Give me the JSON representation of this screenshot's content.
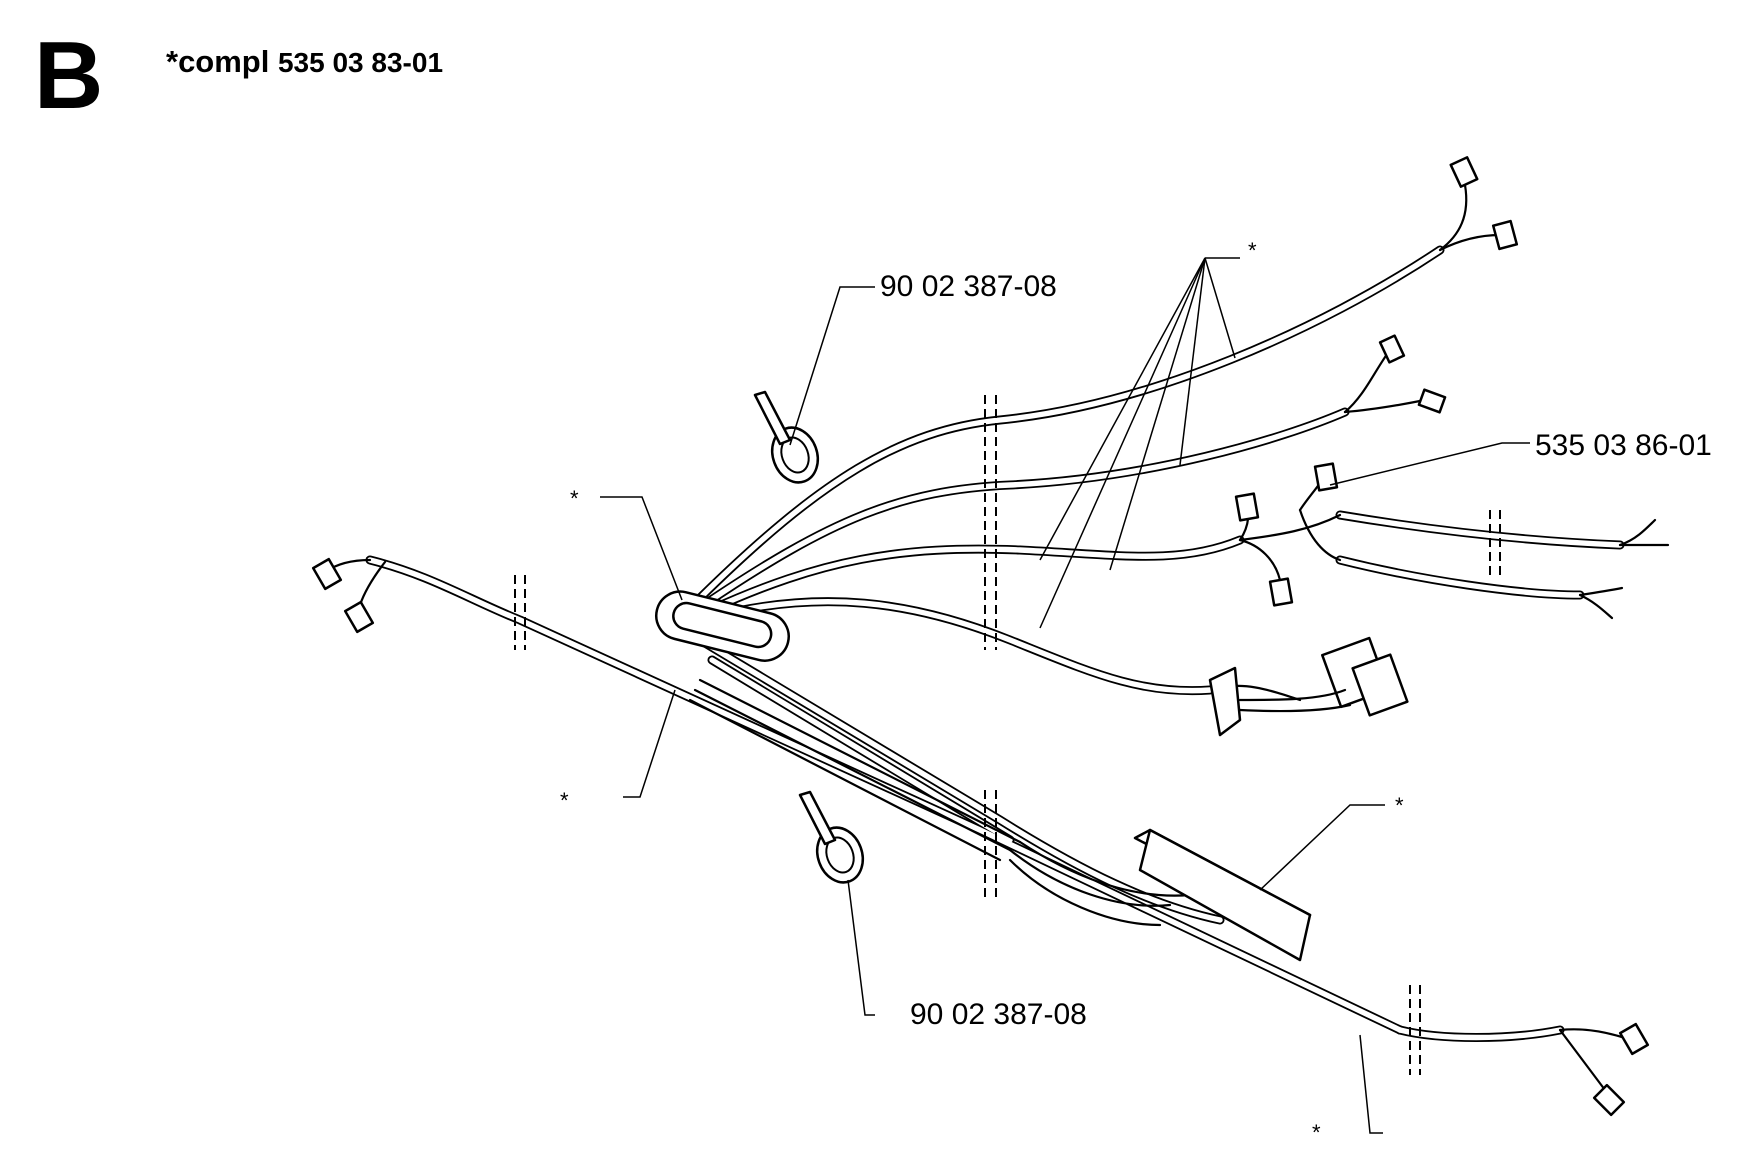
{
  "section_letter": "B",
  "assembly": {
    "prefix": "*compl",
    "part_number": "535 03 83-01"
  },
  "callouts": {
    "clip_top": "90 02 387-08",
    "clip_bottom": "90 02 387-08",
    "harness_right": "535 03 86-01",
    "asterisk": "*"
  }
}
